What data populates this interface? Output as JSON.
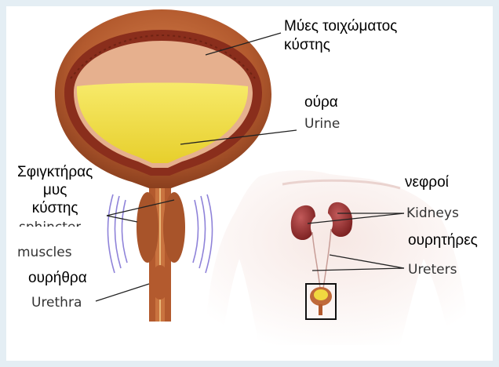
{
  "labels": {
    "wall_muscles_gr": "Μύες τοιχώματος\nκύστης",
    "urine_gr": "ούρα",
    "urine_en": "Urine",
    "sphincter_gr": "Σφιγκτήρας\nμυς\nκύστης",
    "sphincter_en_partial": "sphincter",
    "muscles_en": "muscles",
    "urethra_gr": "ουρήθρα",
    "urethra_en": "Urethra",
    "kidneys_gr": "νεφροί",
    "kidneys_en": "Kidneys",
    "ureters_gr": "ουρητήρες",
    "ureters_en": "Ureters"
  },
  "colors": {
    "page_background": "#e4eef4",
    "bladder_outer": "#b35a2e",
    "bladder_wall": "#8a2e1c",
    "urine": "#f2e04a",
    "nerve_waves": "#6a5acd",
    "body_silhouette": "#f1dcd8",
    "kidney": "#8e2a2a"
  }
}
